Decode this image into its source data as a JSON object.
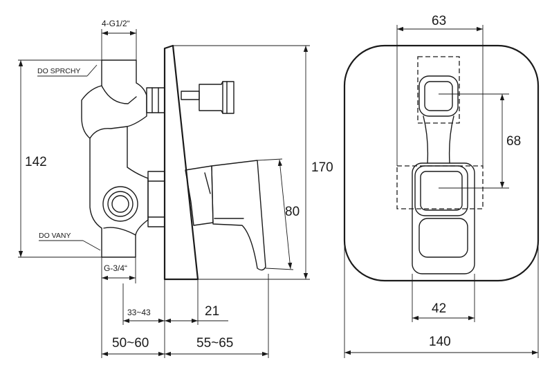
{
  "labels": {
    "inlet_thread": "4-G1/2“",
    "outlet_thread": "G-3/4“",
    "shower_outlet": "DO SPRCHY",
    "bath_outlet": "DO VANY"
  },
  "dimensions": {
    "body_height": "142",
    "plate_height": "170",
    "lever_height": "80",
    "depth_adjust_range": "33~43",
    "plate_offset": "21",
    "body_depth": "50~60",
    "lever_projection": "55~65",
    "top_width": "63",
    "handle_spacing": "68",
    "lever_width": "42",
    "plate_width": "140"
  }
}
